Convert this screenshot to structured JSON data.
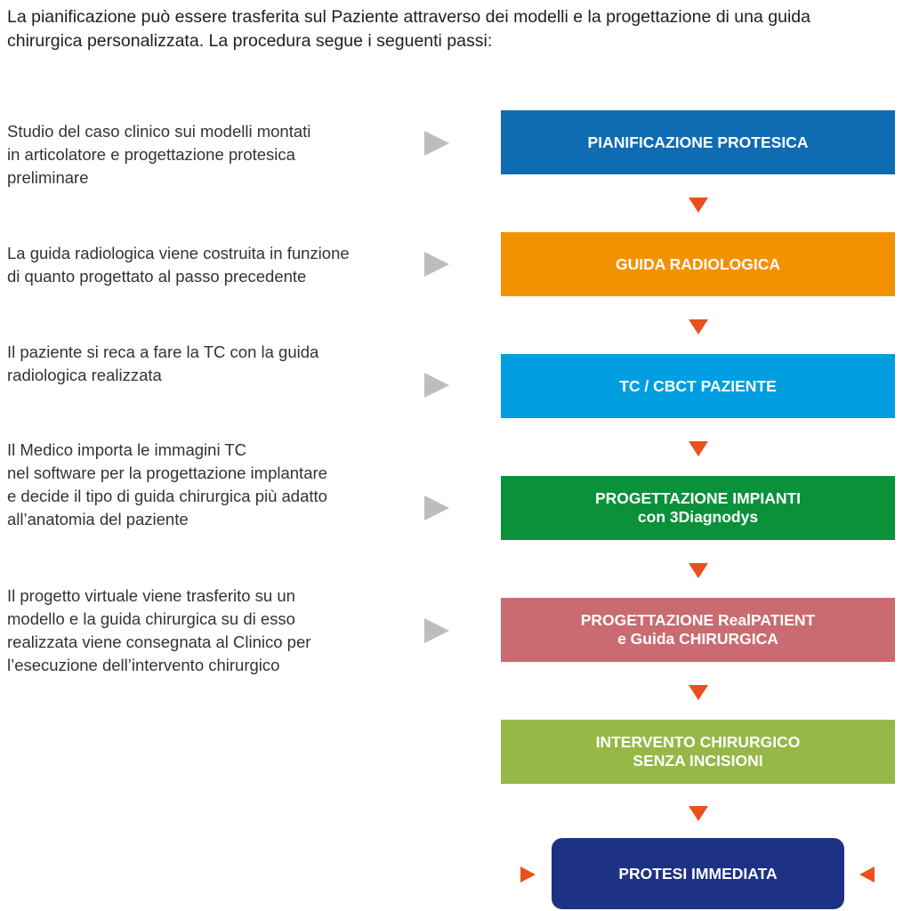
{
  "intro": {
    "line1": "La pianificazione può essere trasferita sul Paziente attraverso dei modelli e la progettazione di una guida",
    "line2": "chirurgica personalizzata. La procedura segue i seguenti passi:"
  },
  "descriptions": [
    {
      "lines": [
        "Studio del caso clinico sui modelli montati",
        "in articolatore e progettazione protesica",
        "preliminare"
      ]
    },
    {
      "lines": [
        "La guida radiologica viene costruita in funzione",
        "di quanto progettato al passo precedente"
      ]
    },
    {
      "lines": [
        "Il paziente si reca a fare la TC con la guida",
        "radiologica realizzata"
      ]
    },
    {
      "lines": [
        "Il Medico importa le immagini TC",
        "nel software per la progettazione implantare",
        "e decide il tipo di guida chirurgica più adatto",
        "all’anatomia del paziente"
      ]
    },
    {
      "lines": [
        "Il progetto virtuale viene trasferito su un",
        "modello e la guida chirurgica su di esso",
        "realizzata viene consegnata al Clinico per",
        "l’esecuzione dell’intervento chirurgico"
      ]
    }
  ],
  "steps": [
    {
      "lines": [
        "PIANIFICAZIONE PROTESICA"
      ],
      "color": "#0f6cb3"
    },
    {
      "lines": [
        "GUIDA RADIOLOGICA"
      ],
      "color": "#f29200"
    },
    {
      "lines": [
        "TC / CBCT PAZIENTE"
      ],
      "color": "#009ee0"
    },
    {
      "lines": [
        "PROGETTAZIONE IMPIANTI",
        "con 3Diagnodys"
      ],
      "color": "#0a913a"
    },
    {
      "lines": [
        "PROGETTAZIONE RealPATIENT",
        "e Guida CHIRURGICA"
      ],
      "color": "#c96b70"
    },
    {
      "lines": [
        "INTERVENTO CHIRURGICO",
        "SENZA INCISIONI"
      ],
      "color": "#95b847"
    }
  ],
  "final_step": {
    "label": "PROTESI IMMEDIATA",
    "color": "#1d3185"
  },
  "colors": {
    "connector_arrow": "#e8501e",
    "pointer_arrow": "#bdbdbd"
  }
}
